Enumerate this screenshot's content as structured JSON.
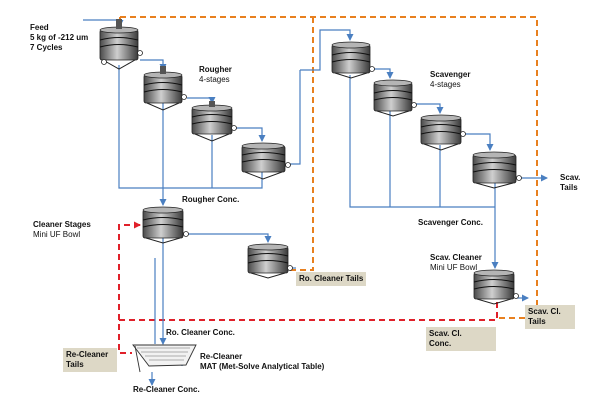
{
  "feed": {
    "title": "Feed",
    "size": "5 kg of -212 um",
    "cycles": "7 Cycles"
  },
  "rougher": {
    "title": "Rougher",
    "stages": "4-stages"
  },
  "rougher_conc": "Rougher Conc.",
  "cleaner": {
    "title": "Cleaner Stages",
    "subtitle": "Mini UF Bowl"
  },
  "ro_cleaner_tails": "Ro. Cleaner Tails",
  "ro_cleaner_conc": "Ro. Cleaner Conc.",
  "scavenger": {
    "title": "Scavenger",
    "stages": "4-stages"
  },
  "scav_tails": [
    "Scav.",
    "Tails"
  ],
  "scavenger_conc": "Scavenger Conc.",
  "scav_cleaner": {
    "title": "Scav. Cleaner",
    "subtitle": "Mini UF Bowl"
  },
  "scav_cl_tails": [
    "Scav. Cl.",
    "Tails"
  ],
  "scav_cl_conc": [
    "Scav. Cl.",
    "Conc."
  ],
  "re_cleaner_tails": [
    "Re-Cleaner",
    "Tails"
  ],
  "re_cleaner": {
    "title": "Re-Cleaner",
    "subtitle": "MAT (Met-Solve Analytical Table)"
  },
  "re_cleaner_conc": "Re-Cleaner Conc.",
  "colors": {
    "stream": "#4a7fc1",
    "recycle_orange": "#e8801f",
    "recycle_red": "#e0202a",
    "label_box": "#ddd8c6"
  }
}
